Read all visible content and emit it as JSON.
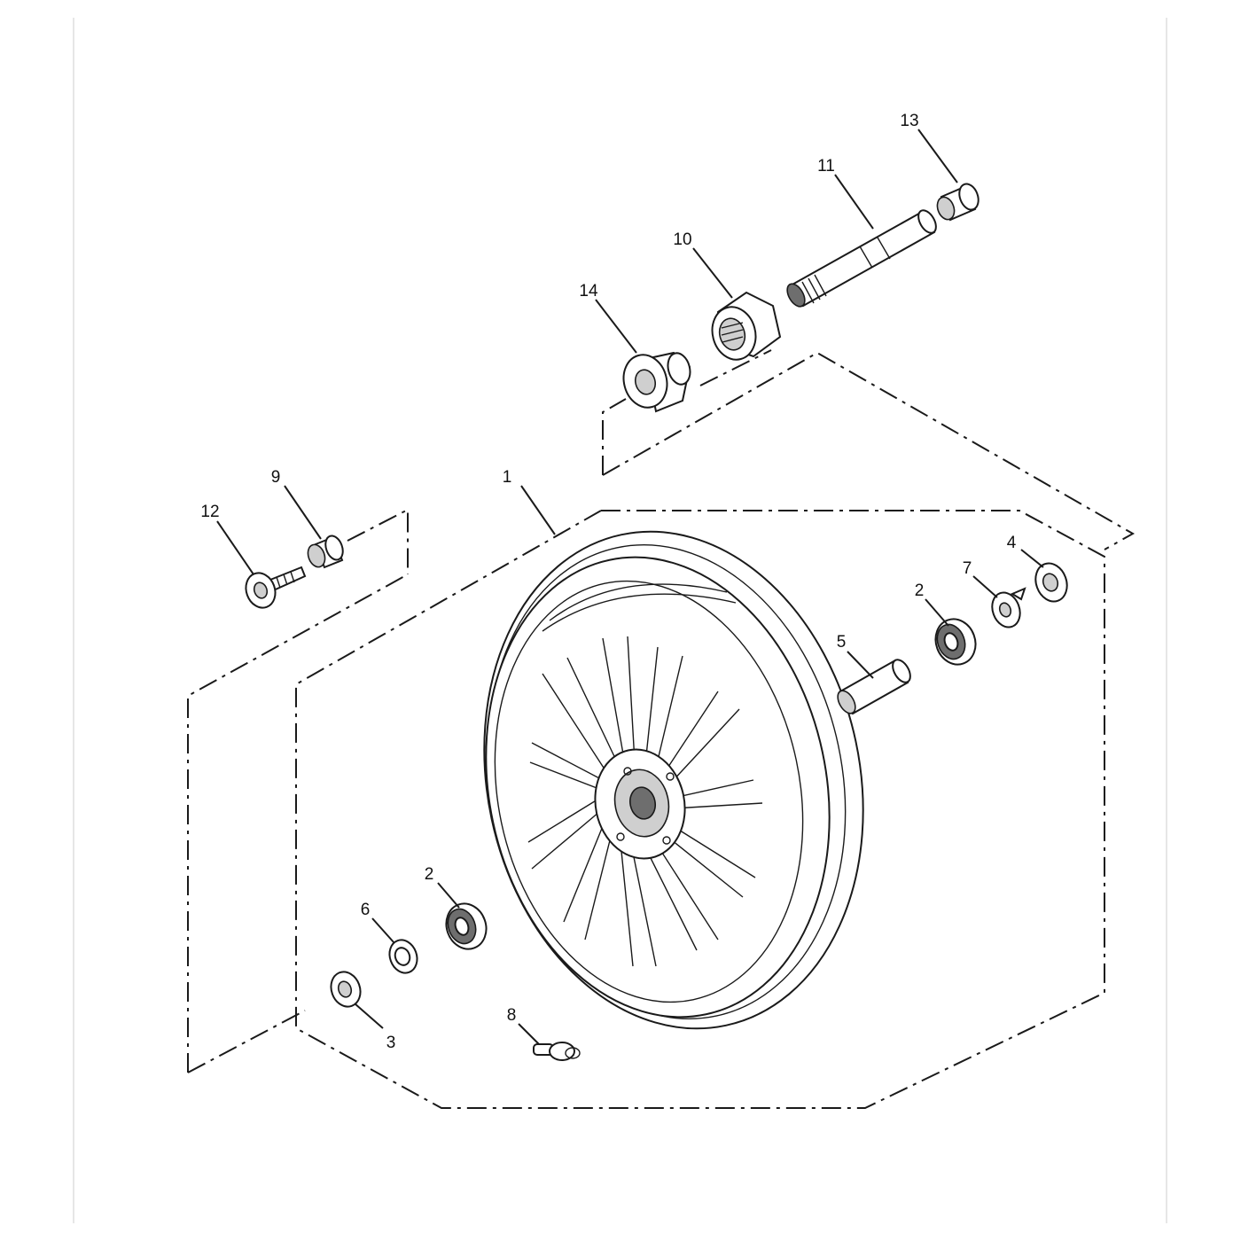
{
  "diagram": {
    "callouts": [
      {
        "id": "c1",
        "text": "1"
      },
      {
        "id": "c2a",
        "text": "2"
      },
      {
        "id": "c2b",
        "text": "2"
      },
      {
        "id": "c3",
        "text": "3"
      },
      {
        "id": "c4",
        "text": "4"
      },
      {
        "id": "c5",
        "text": "5"
      },
      {
        "id": "c6",
        "text": "6"
      },
      {
        "id": "c7",
        "text": "7"
      },
      {
        "id": "c8",
        "text": "8"
      },
      {
        "id": "c9",
        "text": "9"
      },
      {
        "id": "c10",
        "text": "10"
      },
      {
        "id": "c11",
        "text": "11"
      },
      {
        "id": "c12",
        "text": "12"
      },
      {
        "id": "c13",
        "text": "13"
      },
      {
        "id": "c14",
        "text": "14"
      }
    ]
  }
}
